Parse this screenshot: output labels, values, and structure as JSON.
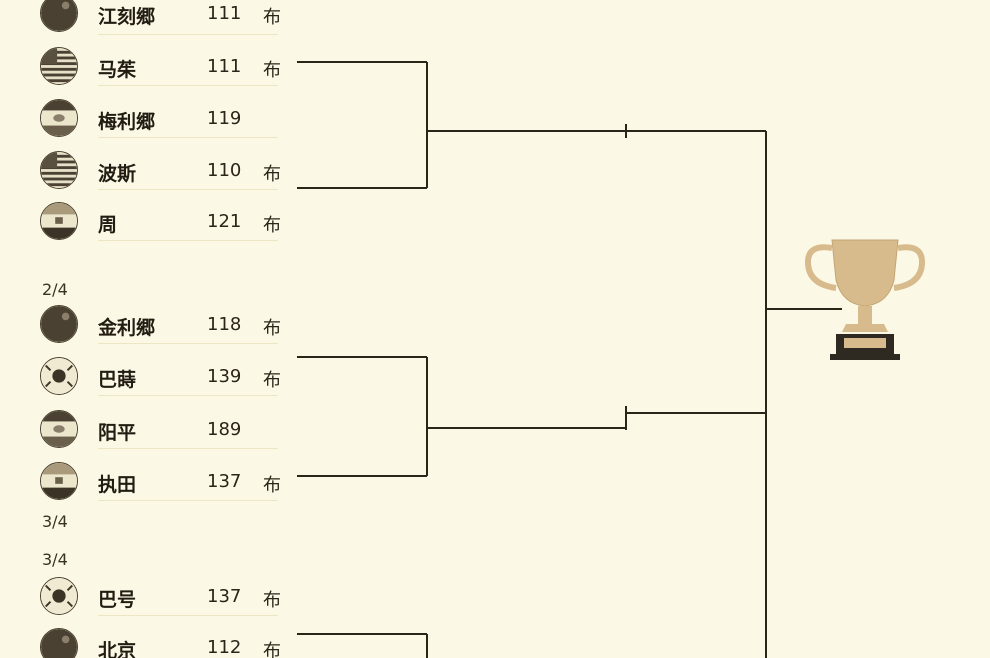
{
  "players": [
    {
      "name": "江刻郷",
      "score": "111",
      "mark": "布",
      "flag": "globe-flag-icon"
    },
    {
      "name": "马茱",
      "score": "111",
      "mark": "布",
      "flag": "usa-flag-icon"
    },
    {
      "name": "梅利郷",
      "score": "119",
      "mark": "",
      "flag": "mexico-flag-icon"
    },
    {
      "name": "波斯",
      "score": "110",
      "mark": "布",
      "flag": "usa-flag-icon"
    },
    {
      "name": "周",
      "score": "121",
      "mark": "布",
      "flag": "egypt-flag-icon"
    },
    {
      "name": "金利郷",
      "score": "118",
      "mark": "布",
      "flag": "globe-flag-icon"
    },
    {
      "name": "巴蒔",
      "score": "139",
      "mark": "布",
      "flag": "korea-flag-icon"
    },
    {
      "name": "阳平",
      "score": "189",
      "mark": "",
      "flag": "mexico-flag-icon"
    },
    {
      "name": "执田",
      "score": "137",
      "mark": "布",
      "flag": "egypt-flag-icon"
    },
    {
      "name": "巴号",
      "score": "137",
      "mark": "布",
      "flag": "korea-flag-icon"
    },
    {
      "name": "北京",
      "score": "112",
      "mark": "布",
      "flag": "globe-flag-icon"
    }
  ],
  "round_labels": [
    "2/4",
    "3/4",
    "3/4"
  ],
  "colors": {
    "background": "#fbf9e6",
    "bracket_line": "#2b2418",
    "trophy": "#d8bb8c",
    "trophy_base": "#2e2a22"
  },
  "trophy_icon": "trophy-icon"
}
